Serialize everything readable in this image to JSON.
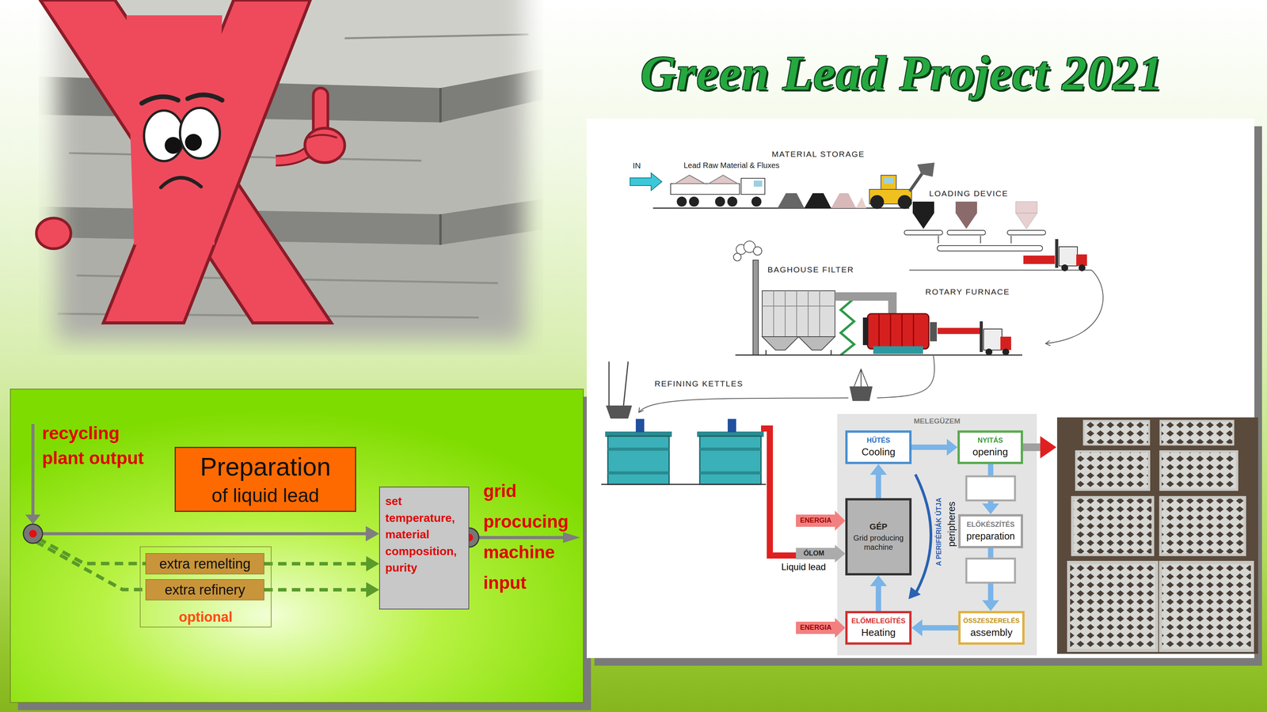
{
  "diagram": {
    "title": "Green Lead Project 2021",
    "nodes": [
      {
        "text": [
          "Preparation",
          "of liquid lead"
        ]
      },
      {
        "text": [
          "optional"
        ]
      },
      {
        "text": [
          "extra remelting"
        ],
        "in": 1
      },
      {
        "text": [
          "extra refinery"
        ],
        "in": 1
      },
      {
        "text": [
          "set temperature, material composition, purity"
        ]
      },
      {
        "text": [
          "MELEGÜZEM"
        ]
      },
      {
        "text": [
          "HŰTÉS",
          "Cooling"
        ],
        "in": 5
      },
      {
        "text": [
          "NYITÁS",
          "opening"
        ],
        "in": 5
      },
      {
        "text": [
          "GÉP",
          "Grid producing machine"
        ],
        "in": 5
      },
      {
        "text": [
          "ELŐKÉSZÍTÉS",
          "preparation"
        ],
        "in": 5
      },
      {
        "text": [
          "ELŐMELEGÍTÉS",
          "Heating"
        ],
        "in": 5
      },
      {
        "text": [
          "ÖSSZESZERELÉS",
          "assembly"
        ],
        "in": 5
      }
    ],
    "edges": [
      {
        "from": 2,
        "to": 4,
        "arrow": "to"
      },
      {
        "from": 3,
        "to": 4,
        "arrow": "to"
      },
      {
        "from": 8,
        "to": 6,
        "arrow": "to"
      },
      {
        "from": 6,
        "to": 7,
        "arrow": "to"
      },
      {
        "from": 7,
        "to": 9,
        "arrow": "to"
      },
      {
        "from": 9,
        "to": 11,
        "arrow": "to"
      },
      {
        "from": 11,
        "to": 10,
        "arrow": "to"
      },
      {
        "from": 10,
        "to": 8,
        "arrow": "to"
      }
    ],
    "labels": [
      "recycling plant output",
      "grid procucing machine input",
      "MATERIAL STORAGE",
      "IN",
      "Lead Raw Material & Fluxes",
      "LOADING DEVICE",
      "BAGHOUSE FILTER",
      "ROTARY FURNACE",
      "REFINING KETTLES",
      "ENERGIA",
      "ÓLOM",
      "Liquid lead",
      "ENERGIA",
      "A PERIFÉRIÁK ÚTJA",
      "peripheres"
    ]
  }
}
